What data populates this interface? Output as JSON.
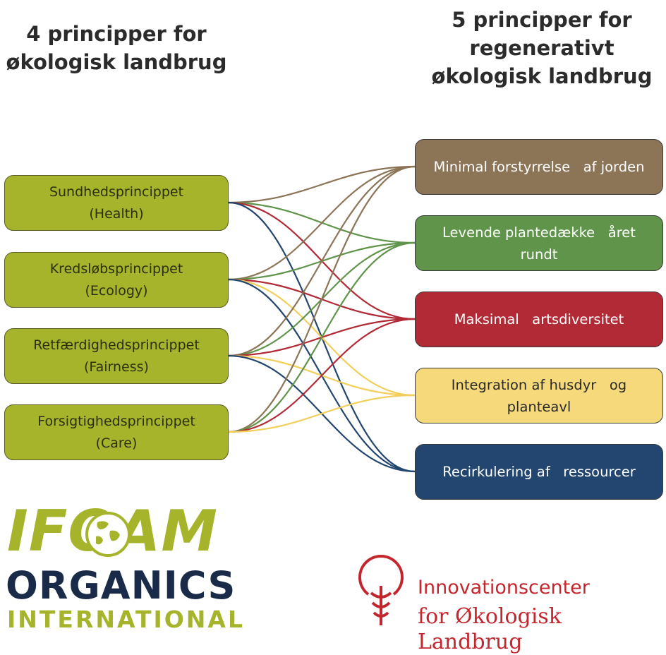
{
  "left_heading": [
    "4 principper for",
    "økologisk landbrug"
  ],
  "right_heading": [
    "5 principper for",
    "regenerativt",
    "økologisk landbrug"
  ],
  "left_principles": [
    {
      "id": "health",
      "line1": "Sundhedsprincippet",
      "line2": "(Health)"
    },
    {
      "id": "ecology",
      "line1": "Kredsløbsprincippet",
      "line2": "(Ecology)"
    },
    {
      "id": "fairness",
      "line1": "Retfærdighedsprincippet",
      "line2": "(Fairness)"
    },
    {
      "id": "care",
      "line1": "Forsigtighedsprincippet",
      "line2": "(Care)"
    }
  ],
  "right_principles": [
    {
      "id": "minimal",
      "line1": "Minimal forstyrrelse   af jorden",
      "line2": "",
      "color": "#8c7457"
    },
    {
      "id": "levende",
      "line1": "Levende plantedække   året",
      "line2": "rundt",
      "color": "#5f944a"
    },
    {
      "id": "maksimal",
      "line1": "Maksimal   artsdiversitet",
      "line2": "",
      "color": "#b12a36"
    },
    {
      "id": "integration",
      "line1": "Integration af husdyr   og",
      "line2": "planteavl",
      "color": "#f5d97a"
    },
    {
      "id": "recirkulering",
      "line1": "Recirkulering af   ressourcer",
      "line2": "",
      "color": "#22466f"
    }
  ],
  "left_box_color": "#a5b42b",
  "connections": [
    {
      "from": "health",
      "to": "minimal"
    },
    {
      "from": "health",
      "to": "levende"
    },
    {
      "from": "health",
      "to": "maksimal"
    },
    {
      "from": "health",
      "to": "recirkulering"
    },
    {
      "from": "ecology",
      "to": "minimal"
    },
    {
      "from": "ecology",
      "to": "levende"
    },
    {
      "from": "ecology",
      "to": "maksimal"
    },
    {
      "from": "ecology",
      "to": "integration"
    },
    {
      "from": "ecology",
      "to": "recirkulering"
    },
    {
      "from": "fairness",
      "to": "minimal"
    },
    {
      "from": "fairness",
      "to": "levende"
    },
    {
      "from": "fairness",
      "to": "maksimal"
    },
    {
      "from": "fairness",
      "to": "integration"
    },
    {
      "from": "fairness",
      "to": "recirkulering"
    },
    {
      "from": "care",
      "to": "minimal"
    },
    {
      "from": "care",
      "to": "levende"
    },
    {
      "from": "care",
      "to": "maksimal"
    },
    {
      "from": "care",
      "to": "integration"
    }
  ],
  "logos": {
    "ifoam": {
      "top": "IFOAM",
      "middle": "ORGANICS",
      "bottom": "INTERNATIONAL",
      "green": "#a5b42b",
      "navy": "#1a2b4a"
    },
    "icoel": {
      "line1": "Innovationscenter",
      "line2": "for Økologisk Landbrug",
      "color": "#c4262e"
    }
  }
}
